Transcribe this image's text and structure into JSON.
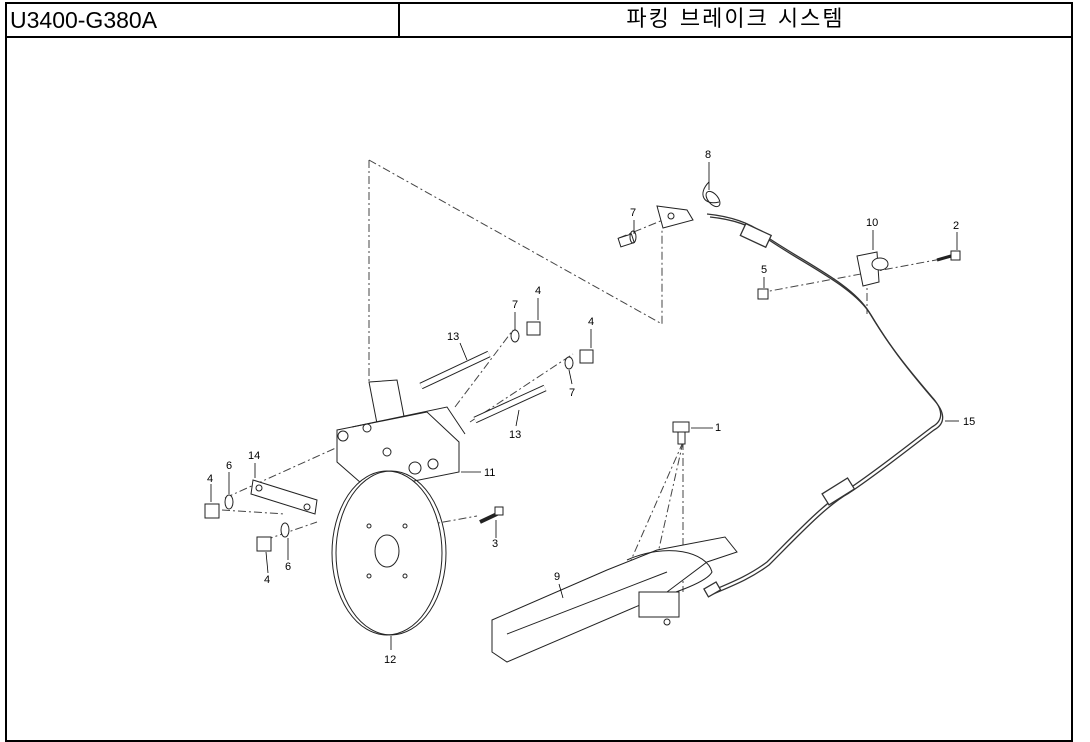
{
  "header": {
    "part_code": "U3400-G380A",
    "title": "파킹 브레이크 시스템"
  },
  "callouts": {
    "c1": "1",
    "c2": "2",
    "c3": "3",
    "c4a": "4",
    "c4b": "4",
    "c4c": "4",
    "c4d": "4",
    "c5": "5",
    "c6a": "6",
    "c6b": "6",
    "c7a": "7",
    "c7b": "7",
    "c7c": "7",
    "c8": "8",
    "c9": "9",
    "c10": "10",
    "c11": "11",
    "c12": "12",
    "c13a": "13",
    "c13b": "13",
    "c14": "14",
    "c15": "15"
  }
}
